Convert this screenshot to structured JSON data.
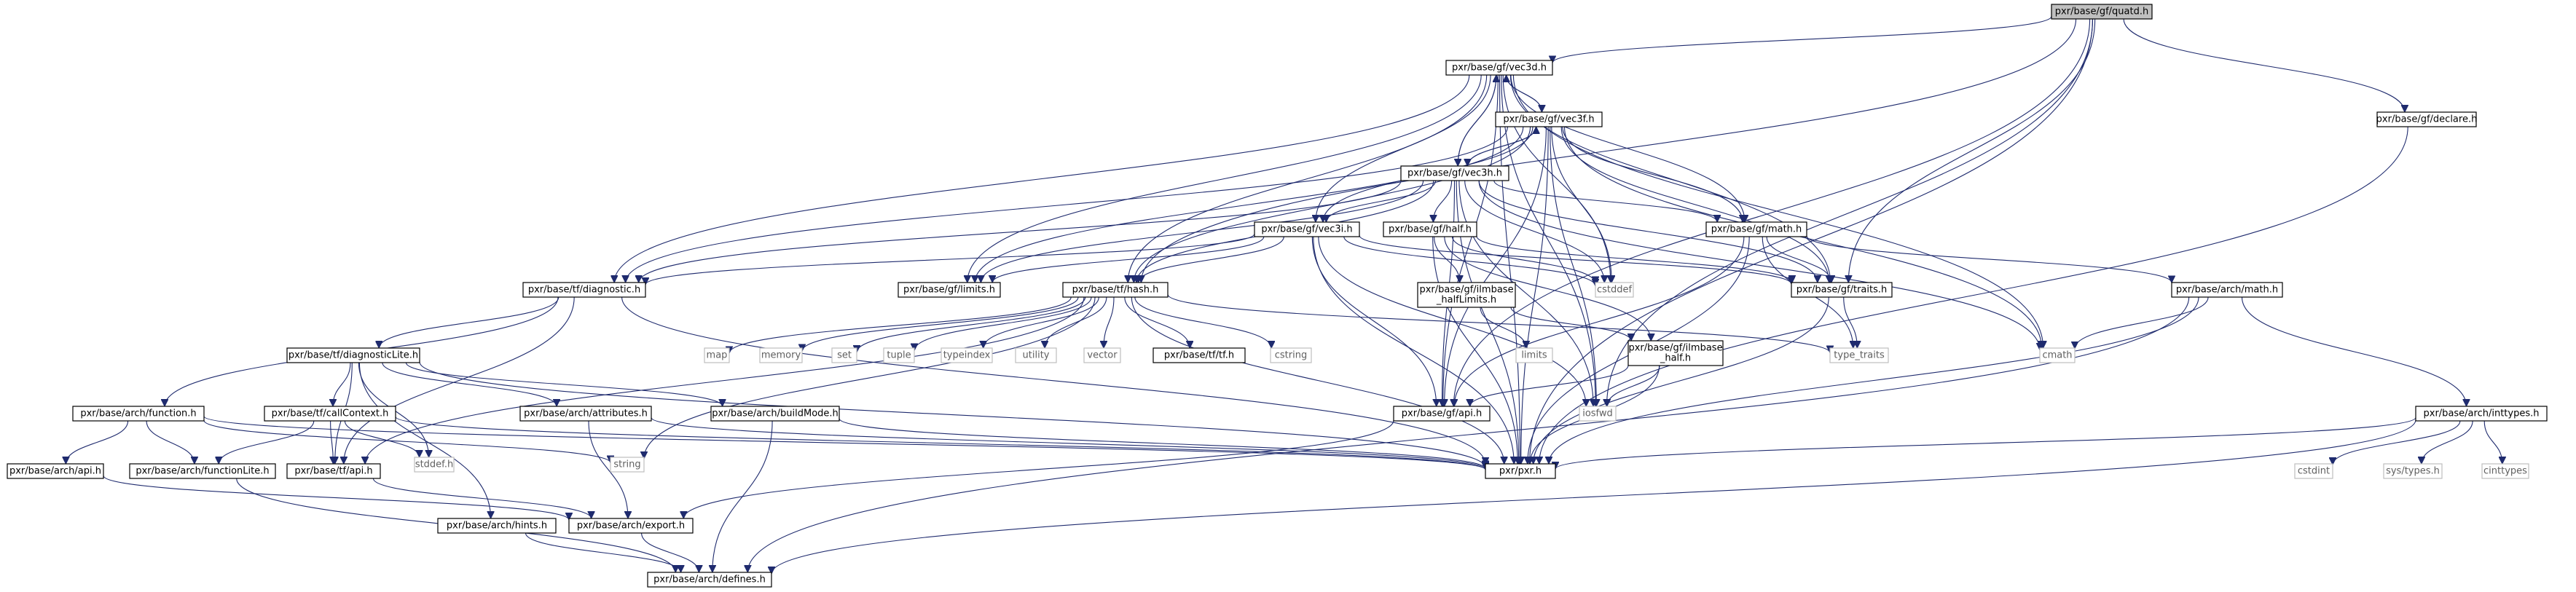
{
  "graph": {
    "nodes": [
      {
        "id": "quatd",
        "label": "pxr/base/gf/quatd.h",
        "kind": "root"
      },
      {
        "id": "vec3d",
        "label": "pxr/base/gf/vec3d.h",
        "kind": "file"
      },
      {
        "id": "vec3f",
        "label": "pxr/base/gf/vec3f.h",
        "kind": "file"
      },
      {
        "id": "vec3h",
        "label": "pxr/base/gf/vec3h.h",
        "kind": "file"
      },
      {
        "id": "vec3i",
        "label": "pxr/base/gf/vec3i.h",
        "kind": "file"
      },
      {
        "id": "half",
        "label": "pxr/base/gf/half.h",
        "kind": "file"
      },
      {
        "id": "gfmath",
        "label": "pxr/base/gf/math.h",
        "kind": "file"
      },
      {
        "id": "declare",
        "label": "pxr/base/gf/declare.h",
        "kind": "file"
      },
      {
        "id": "diagnostic",
        "label": "pxr/base/tf/diagnostic.h",
        "kind": "file"
      },
      {
        "id": "limits",
        "label": "pxr/base/gf/limits.h",
        "kind": "file"
      },
      {
        "id": "hash",
        "label": "pxr/base/tf/hash.h",
        "kind": "file"
      },
      {
        "id": "imhalflimits",
        "label": "pxr/base/gf/ilmbase\n_halfLimits.h",
        "kind": "file"
      },
      {
        "id": "cstddef",
        "label": "cstddef",
        "kind": "ext"
      },
      {
        "id": "traits",
        "label": "pxr/base/gf/traits.h",
        "kind": "file"
      },
      {
        "id": "archmath",
        "label": "pxr/base/arch/math.h",
        "kind": "file"
      },
      {
        "id": "difflite",
        "label": "pxr/base/tf/diagnosticLite.h",
        "kind": "file"
      },
      {
        "id": "map",
        "label": "map",
        "kind": "ext"
      },
      {
        "id": "memory",
        "label": "memory",
        "kind": "ext"
      },
      {
        "id": "set",
        "label": "set",
        "kind": "ext"
      },
      {
        "id": "tuple",
        "label": "tuple",
        "kind": "ext"
      },
      {
        "id": "typeindex",
        "label": "typeindex",
        "kind": "ext"
      },
      {
        "id": "utility",
        "label": "utility",
        "kind": "ext"
      },
      {
        "id": "vector",
        "label": "vector",
        "kind": "ext"
      },
      {
        "id": "tf",
        "label": "pxr/base/tf/tf.h",
        "kind": "file"
      },
      {
        "id": "cstring",
        "label": "cstring",
        "kind": "ext"
      },
      {
        "id": "limitsStd",
        "label": "limits",
        "kind": "ext"
      },
      {
        "id": "imhalf",
        "label": "pxr/base/gf/ilmbase\n_half.h",
        "kind": "file"
      },
      {
        "id": "type_traits",
        "label": "type_traits",
        "kind": "ext"
      },
      {
        "id": "cmath",
        "label": "cmath",
        "kind": "ext"
      },
      {
        "id": "function",
        "label": "pxr/base/arch/function.h",
        "kind": "file"
      },
      {
        "id": "callcontext",
        "label": "pxr/base/tf/callContext.h",
        "kind": "file"
      },
      {
        "id": "attributes",
        "label": "pxr/base/arch/attributes.h",
        "kind": "file"
      },
      {
        "id": "buildmode",
        "label": "pxr/base/arch/buildMode.h",
        "kind": "file"
      },
      {
        "id": "gfapi",
        "label": "pxr/base/gf/api.h",
        "kind": "file"
      },
      {
        "id": "iosfwd",
        "label": "iosfwd",
        "kind": "ext"
      },
      {
        "id": "inttypes",
        "label": "pxr/base/arch/inttypes.h",
        "kind": "file"
      },
      {
        "id": "archapi",
        "label": "pxr/base/arch/api.h",
        "kind": "file"
      },
      {
        "id": "funclite",
        "label": "pxr/base/arch/functionLite.h",
        "kind": "file"
      },
      {
        "id": "tfapi",
        "label": "pxr/base/tf/api.h",
        "kind": "file"
      },
      {
        "id": "stddef",
        "label": "stddef.h",
        "kind": "ext"
      },
      {
        "id": "string",
        "label": "string",
        "kind": "ext"
      },
      {
        "id": "pxr",
        "label": "pxr/pxr.h",
        "kind": "file"
      },
      {
        "id": "cstdint",
        "label": "cstdint",
        "kind": "ext"
      },
      {
        "id": "systypes",
        "label": "sys/types.h",
        "kind": "ext"
      },
      {
        "id": "cinttypes",
        "label": "cinttypes",
        "kind": "ext"
      },
      {
        "id": "hints",
        "label": "pxr/base/arch/hints.h",
        "kind": "file"
      },
      {
        "id": "export",
        "label": "pxr/base/arch/export.h",
        "kind": "file"
      },
      {
        "id": "defines",
        "label": "pxr/base/arch/defines.h",
        "kind": "file"
      }
    ],
    "edges": [
      [
        "quatd",
        "vec3d"
      ],
      [
        "quatd",
        "declare"
      ],
      [
        "quatd",
        "traits"
      ],
      [
        "quatd",
        "pxr"
      ],
      [
        "quatd",
        "iosfwd"
      ],
      [
        "quatd",
        "hash"
      ],
      [
        "quatd",
        "gfapi"
      ],
      [
        "vec3d",
        "vec3f"
      ],
      [
        "vec3d",
        "vec3h"
      ],
      [
        "vec3d",
        "vec3i"
      ],
      [
        "vec3d",
        "diagnostic"
      ],
      [
        "vec3d",
        "limits"
      ],
      [
        "vec3d",
        "hash"
      ],
      [
        "vec3d",
        "gfmath"
      ],
      [
        "vec3d",
        "traits"
      ],
      [
        "vec3d",
        "cstddef"
      ],
      [
        "vec3d",
        "cmath"
      ],
      [
        "vec3d",
        "iosfwd"
      ],
      [
        "vec3d",
        "gfapi"
      ],
      [
        "vec3d",
        "pxr"
      ],
      [
        "vec3f",
        "vec3d"
      ],
      [
        "vec3f",
        "vec3h"
      ],
      [
        "vec3f",
        "vec3i"
      ],
      [
        "vec3f",
        "diagnostic"
      ],
      [
        "vec3f",
        "limits"
      ],
      [
        "vec3f",
        "hash"
      ],
      [
        "vec3f",
        "gfmath"
      ],
      [
        "vec3f",
        "traits"
      ],
      [
        "vec3f",
        "cstddef"
      ],
      [
        "vec3f",
        "cmath"
      ],
      [
        "vec3f",
        "iosfwd"
      ],
      [
        "vec3f",
        "gfapi"
      ],
      [
        "vec3f",
        "pxr"
      ],
      [
        "vec3h",
        "vec3d"
      ],
      [
        "vec3h",
        "vec3f"
      ],
      [
        "vec3h",
        "vec3i"
      ],
      [
        "vec3h",
        "half"
      ],
      [
        "vec3h",
        "diagnostic"
      ],
      [
        "vec3h",
        "limits"
      ],
      [
        "vec3h",
        "hash"
      ],
      [
        "vec3h",
        "gfmath"
      ],
      [
        "vec3h",
        "traits"
      ],
      [
        "vec3h",
        "cstddef"
      ],
      [
        "vec3h",
        "cmath"
      ],
      [
        "vec3h",
        "iosfwd"
      ],
      [
        "vec3h",
        "gfapi"
      ],
      [
        "vec3h",
        "pxr"
      ],
      [
        "vec3i",
        "diagnostic"
      ],
      [
        "vec3i",
        "limits"
      ],
      [
        "vec3i",
        "hash"
      ],
      [
        "vec3i",
        "traits"
      ],
      [
        "vec3i",
        "cstddef"
      ],
      [
        "vec3i",
        "iosfwd"
      ],
      [
        "vec3i",
        "gfapi"
      ],
      [
        "vec3i",
        "pxr"
      ],
      [
        "half",
        "imhalflimits"
      ],
      [
        "half",
        "imhalf"
      ],
      [
        "half",
        "traits"
      ],
      [
        "half",
        "cstddef"
      ],
      [
        "half",
        "pxr"
      ],
      [
        "gfmath",
        "traits"
      ],
      [
        "gfmath",
        "archmath"
      ],
      [
        "gfmath",
        "type_traits"
      ],
      [
        "gfmath",
        "gfapi"
      ],
      [
        "gfmath",
        "pxr"
      ],
      [
        "declare",
        "pxr"
      ],
      [
        "diagnostic",
        "difflite"
      ],
      [
        "diagnostic",
        "function"
      ],
      [
        "diagnostic",
        "tfapi"
      ],
      [
        "diagnostic",
        "pxr"
      ],
      [
        "hash",
        "map"
      ],
      [
        "hash",
        "memory"
      ],
      [
        "hash",
        "set"
      ],
      [
        "hash",
        "tuple"
      ],
      [
        "hash",
        "typeindex"
      ],
      [
        "hash",
        "utility"
      ],
      [
        "hash",
        "vector"
      ],
      [
        "hash",
        "tf"
      ],
      [
        "hash",
        "cstring"
      ],
      [
        "hash",
        "string"
      ],
      [
        "hash",
        "type_traits"
      ],
      [
        "hash",
        "tfapi"
      ],
      [
        "hash",
        "pxr"
      ],
      [
        "imhalflimits",
        "limitsStd"
      ],
      [
        "imhalflimits",
        "imhalf"
      ],
      [
        "imhalf",
        "gfapi"
      ],
      [
        "imhalf",
        "iosfwd"
      ],
      [
        "imhalf",
        "pxr"
      ],
      [
        "traits",
        "type_traits"
      ],
      [
        "traits",
        "pxr"
      ],
      [
        "archmath",
        "cmath"
      ],
      [
        "archmath",
        "inttypes"
      ],
      [
        "archmath",
        "defines"
      ],
      [
        "archmath",
        "pxr"
      ],
      [
        "difflite",
        "callcontext"
      ],
      [
        "difflite",
        "attributes"
      ],
      [
        "difflite",
        "buildmode"
      ],
      [
        "difflite",
        "hints"
      ],
      [
        "difflite",
        "stddef"
      ],
      [
        "difflite",
        "tfapi"
      ],
      [
        "difflite",
        "pxr"
      ],
      [
        "function",
        "archapi"
      ],
      [
        "function",
        "funclite"
      ],
      [
        "function",
        "string"
      ],
      [
        "function",
        "pxr"
      ],
      [
        "callcontext",
        "funclite"
      ],
      [
        "callcontext",
        "tfapi"
      ],
      [
        "callcontext",
        "stddef"
      ],
      [
        "callcontext",
        "pxr"
      ],
      [
        "attributes",
        "export"
      ],
      [
        "attributes",
        "pxr"
      ],
      [
        "buildmode",
        "defines"
      ],
      [
        "buildmode",
        "pxr"
      ],
      [
        "gfapi",
        "export"
      ],
      [
        "inttypes",
        "cstdint"
      ],
      [
        "inttypes",
        "systypes"
      ],
      [
        "inttypes",
        "cinttypes"
      ],
      [
        "inttypes",
        "defines"
      ],
      [
        "inttypes",
        "pxr"
      ],
      [
        "archapi",
        "export"
      ],
      [
        "funclite",
        "defines"
      ],
      [
        "tfapi",
        "export"
      ],
      [
        "hints",
        "defines"
      ],
      [
        "export",
        "defines"
      ]
    ]
  }
}
